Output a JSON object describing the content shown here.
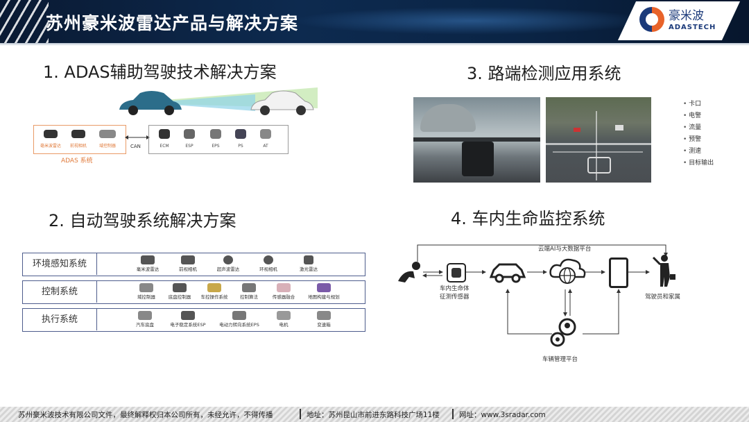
{
  "header": {
    "title": "苏州豪米波雷达产品与解决方案",
    "logo_cn": "豪米波",
    "logo_en": "ADASTECH"
  },
  "sections": {
    "adas": {
      "title": "1. ADAS辅助驾驶技术解决方案",
      "system_label": "ADAS 系统",
      "sensors": [
        "毫米波雷达",
        "前视相机",
        "域控制器"
      ],
      "bus_label": "CAN",
      "actuators": [
        "ECM",
        "ESP",
        "EPS",
        "PS",
        "AT"
      ]
    },
    "roadside": {
      "title": "3. 路端检测应用系统",
      "features": [
        "卡口",
        "电警",
        "流量",
        "预警",
        "测速",
        "目标输出"
      ]
    },
    "autonomous": {
      "title": "2. 自动驾驶系统解决方案",
      "rows": [
        {
          "label": "环境感知系统",
          "items": [
            "毫米波雷达",
            "前视相机",
            "超声波雷达",
            "环视相机",
            "激光雷达"
          ]
        },
        {
          "label": "控制系统",
          "items": [
            "域控制器",
            "底盘控制器",
            "车控操作系统",
            "控制算法",
            "传感器融合",
            "地图构建与规划"
          ]
        },
        {
          "label": "执行系统",
          "items": [
            "汽车底盘",
            "电子稳定系统ESP",
            "电动力转向系统EPS",
            "电机",
            "变速箱"
          ]
        }
      ]
    },
    "incabin": {
      "title": "4. 车内生命监控系统",
      "cloud_label": "云端AI与大数据平台",
      "sensor_label_1": "车内生命体",
      "sensor_label_2": "征测传感器",
      "parent_label": "驾驶员和家属",
      "platform_label": "车辆管理平台"
    }
  },
  "footer": {
    "company": "苏州豪米波技术有限公司文件，最终解释权归本公司所有，未经允许，不得传播",
    "address": "地址：苏州昆山市前进东路科技广场11楼",
    "website": "网址：www.3sradar.com"
  },
  "colors": {
    "header_bg": "#0d2a4f",
    "accent_orange": "#e07a3a",
    "table_border": "#4d5c8c",
    "logo_blue": "#1b3a7a"
  }
}
